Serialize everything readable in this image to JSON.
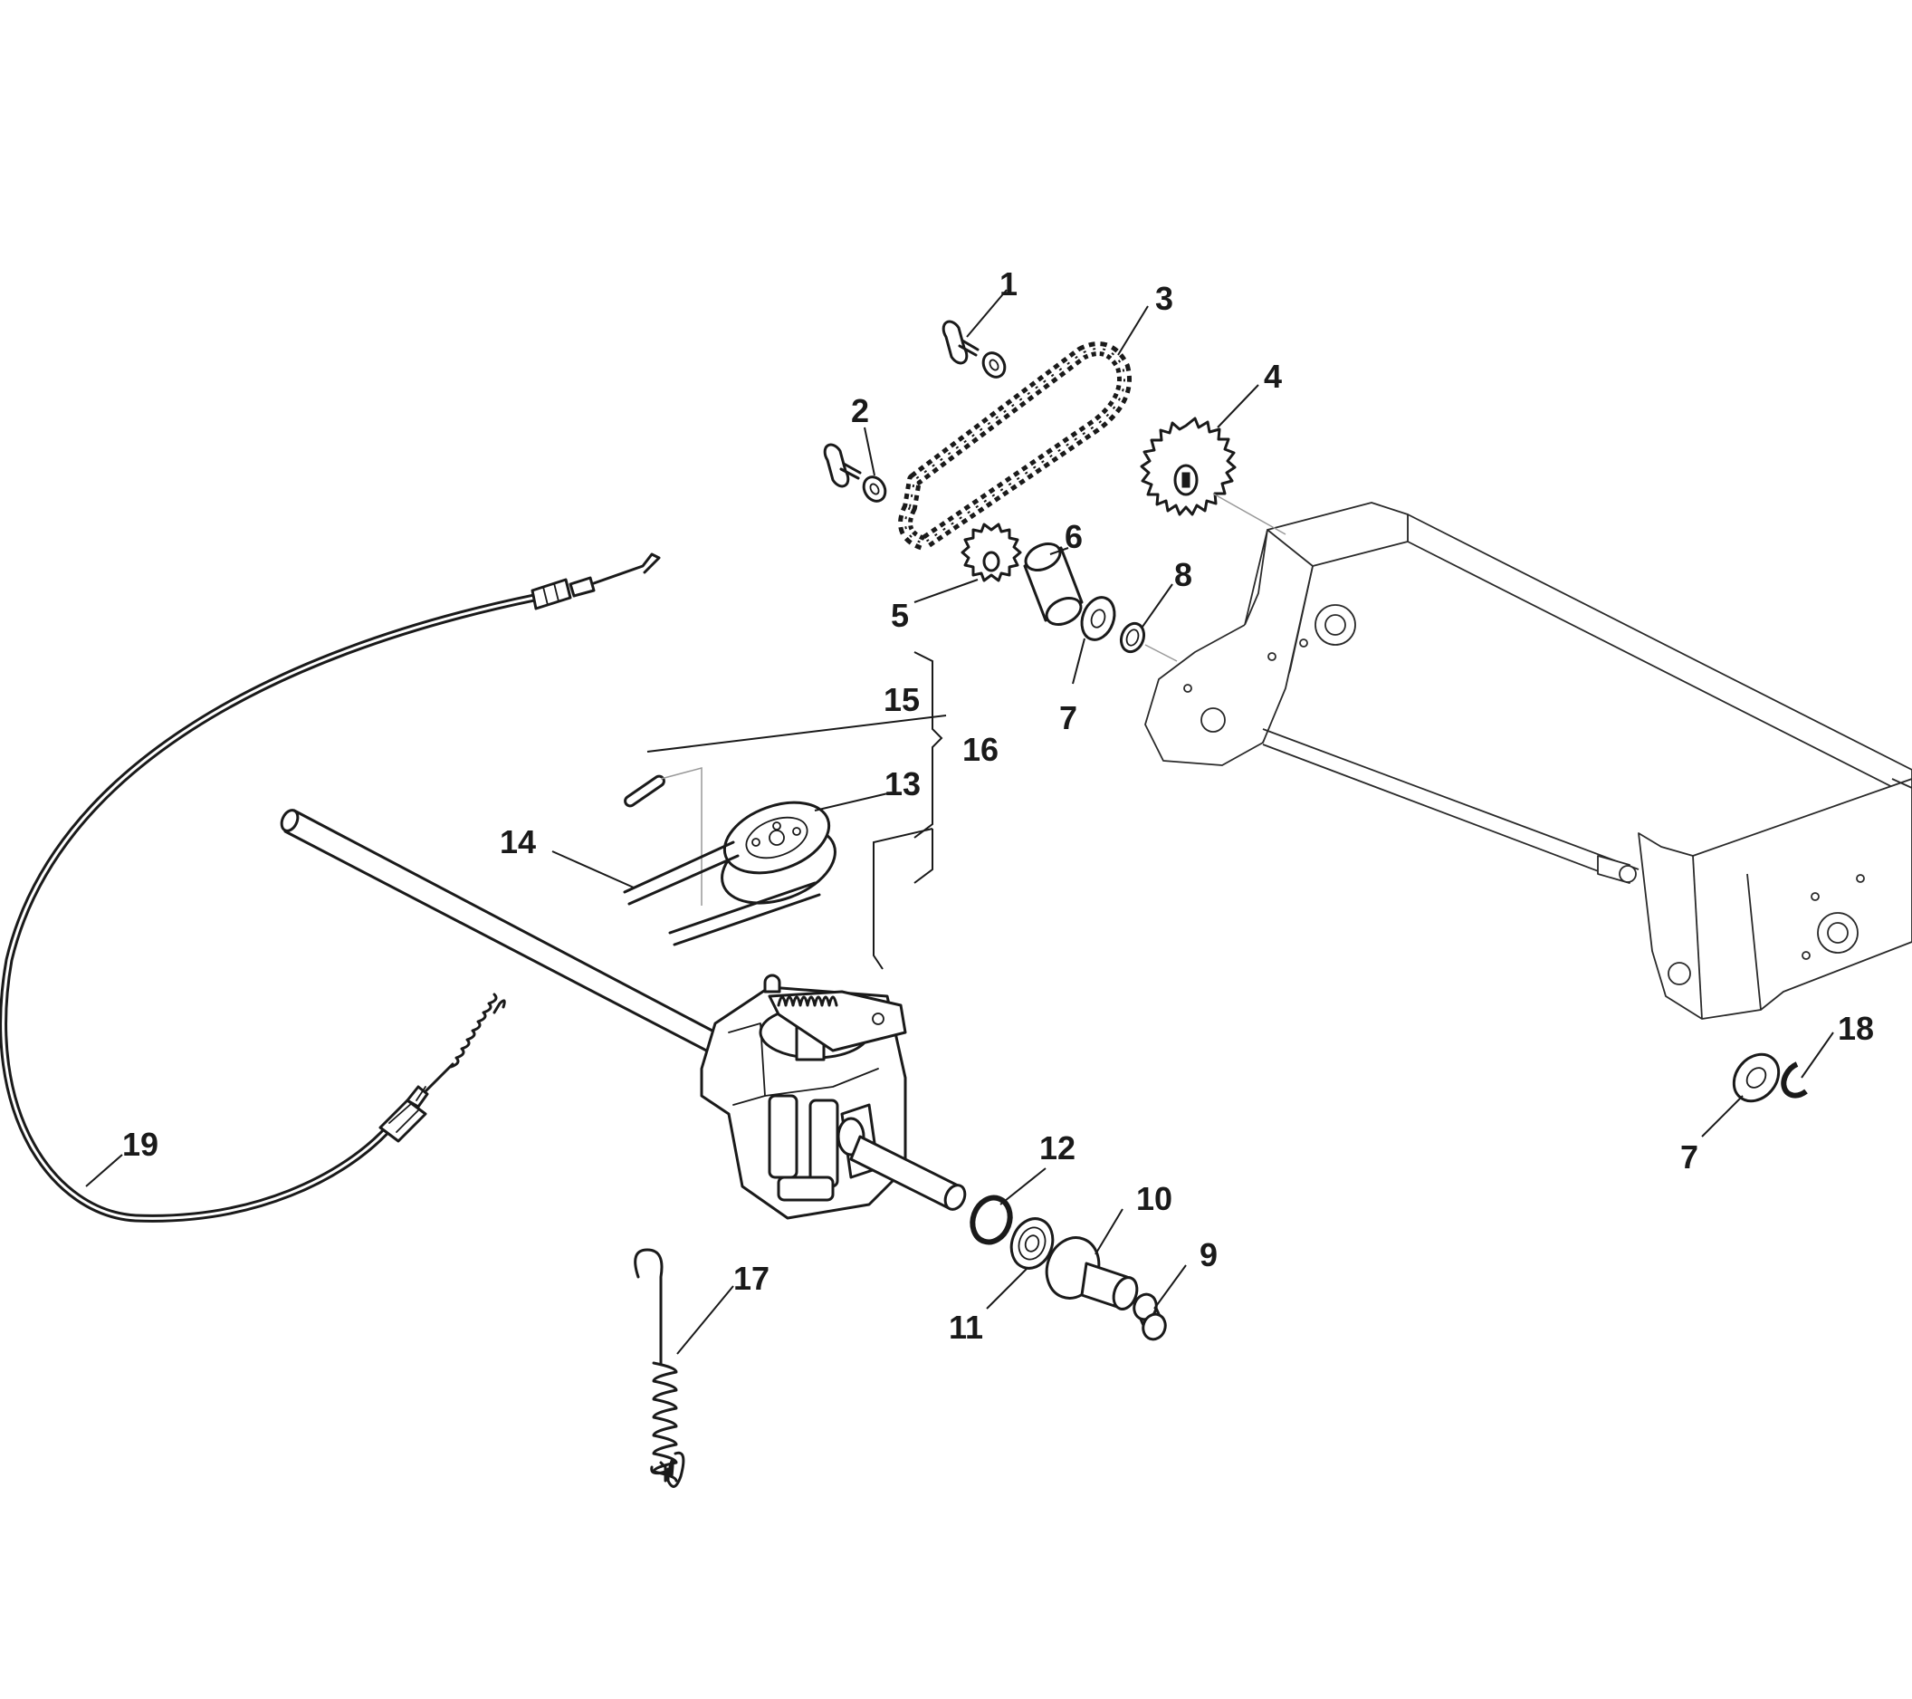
{
  "callouts": [
    {
      "id": "c1",
      "label": "1"
    },
    {
      "id": "c2",
      "label": "2"
    },
    {
      "id": "c3",
      "label": "3"
    },
    {
      "id": "c4",
      "label": "4"
    },
    {
      "id": "c5",
      "label": "5"
    },
    {
      "id": "c6",
      "label": "6"
    },
    {
      "id": "c7a",
      "label": "7"
    },
    {
      "id": "c7b",
      "label": "7"
    },
    {
      "id": "c8",
      "label": "8"
    },
    {
      "id": "c9",
      "label": "9"
    },
    {
      "id": "c10",
      "label": "10"
    },
    {
      "id": "c11",
      "label": "11"
    },
    {
      "id": "c12",
      "label": "12"
    },
    {
      "id": "c13",
      "label": "13"
    },
    {
      "id": "c14",
      "label": "14"
    },
    {
      "id": "c15",
      "label": "15"
    },
    {
      "id": "c16",
      "label": "16"
    },
    {
      "id": "c17",
      "label": "17"
    },
    {
      "id": "c18",
      "label": "18"
    },
    {
      "id": "c19",
      "label": "19"
    }
  ]
}
